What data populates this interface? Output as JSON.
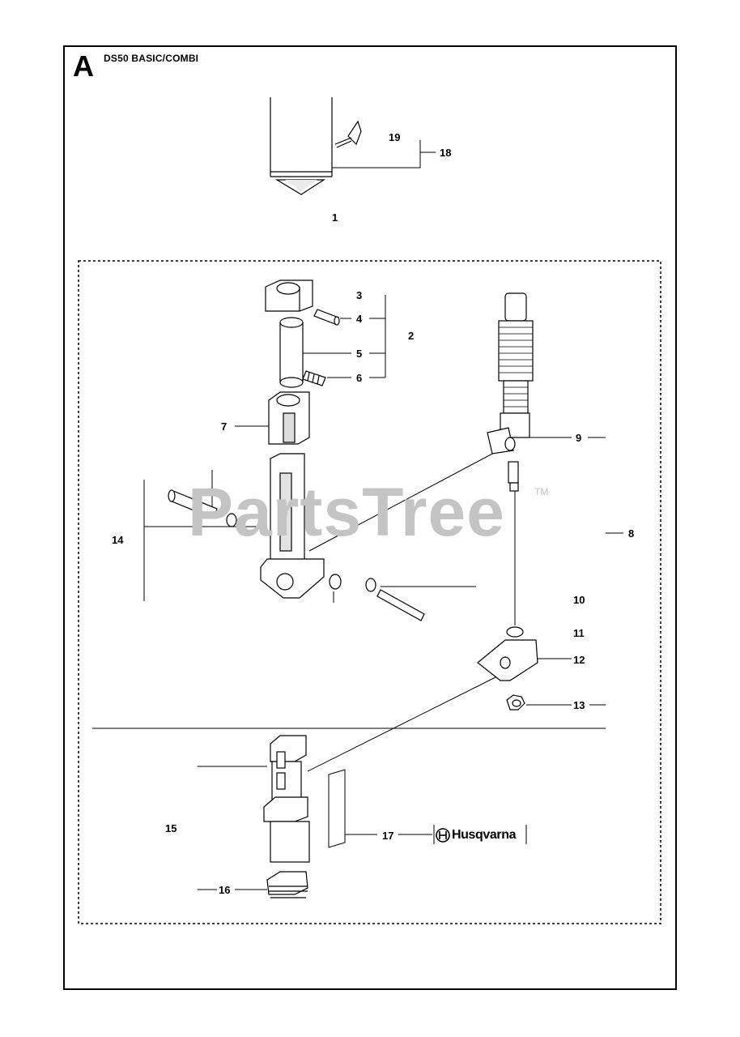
{
  "header": {
    "section_letter": "A",
    "model_title": "DS50 BASIC/COMBI"
  },
  "watermark": {
    "text": "PartsTree",
    "trademark": "TM"
  },
  "part_numbers": {
    "p1": "1",
    "p2": "2",
    "p3": "3",
    "p4": "4",
    "p5": "5",
    "p6": "6",
    "p7": "7",
    "p8": "8",
    "p9": "9",
    "p10": "10",
    "p11": "11",
    "p12": "12",
    "p13": "13",
    "p14": "14",
    "p15": "15",
    "p16": "16",
    "p17": "17",
    "p18": "18",
    "p19": "19"
  },
  "decal": {
    "brand_text": "Husqvarna",
    "logo_icon": "husqvarna-crown-logo-icon"
  }
}
